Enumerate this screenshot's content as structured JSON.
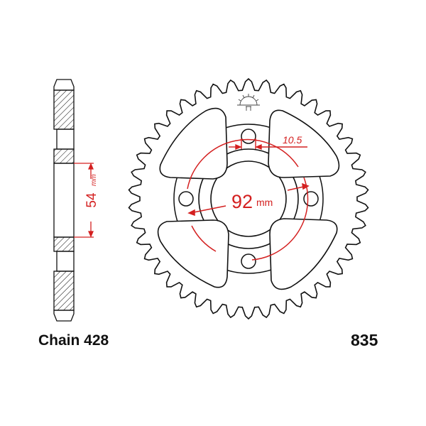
{
  "labels": {
    "chain": "Chain 428",
    "part_number": "835"
  },
  "dimensions": {
    "pcd": "92",
    "pcd_unit": "mm",
    "bore": "54",
    "bore_unit": "mm",
    "hole": "10.5"
  },
  "sprocket": {
    "teeth": 42,
    "bolt_holes": 4
  },
  "colors": {
    "line": "#111111",
    "dimension": "#d42020"
  }
}
